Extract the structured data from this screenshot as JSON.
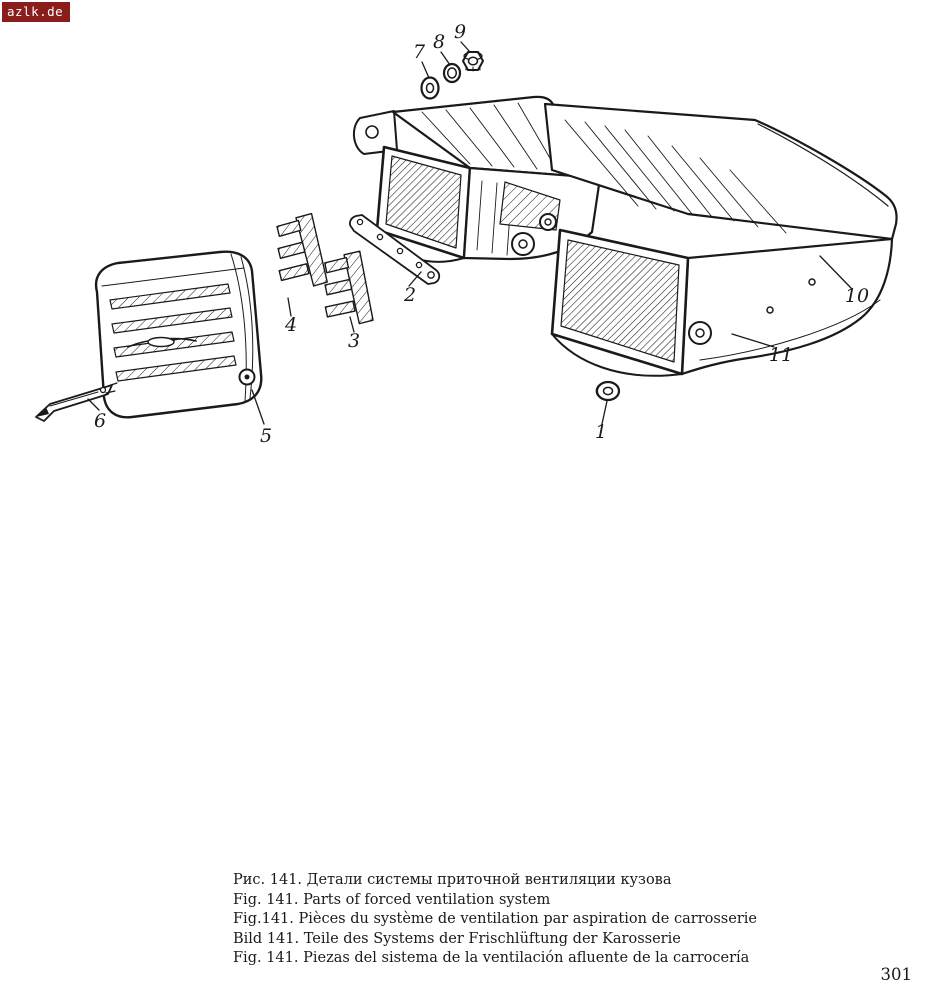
{
  "watermark": {
    "text": "azlk.de",
    "bg_color": "#8a1c1c"
  },
  "figure": {
    "part_labels": [
      "7",
      "8",
      "9",
      "2",
      "4",
      "3",
      "5",
      "6",
      "1",
      "10",
      "11"
    ]
  },
  "captions": [
    "Рис. 141. Детали системы приточной вентиляции кузова",
    "Fig. 141. Parts of forced ventilation system",
    "Fig.141. Pièces du système de ventilation par aspiration de carrosserie",
    "Bild 141. Teile des Systems der Frischlüftung der Karosserie",
    "Fig. 141. Piezas del sistema de la ventilación afluente de la carrocería"
  ],
  "page_number": "301",
  "colors": {
    "ink": "#1a1a1a",
    "paper": "#ffffff"
  }
}
